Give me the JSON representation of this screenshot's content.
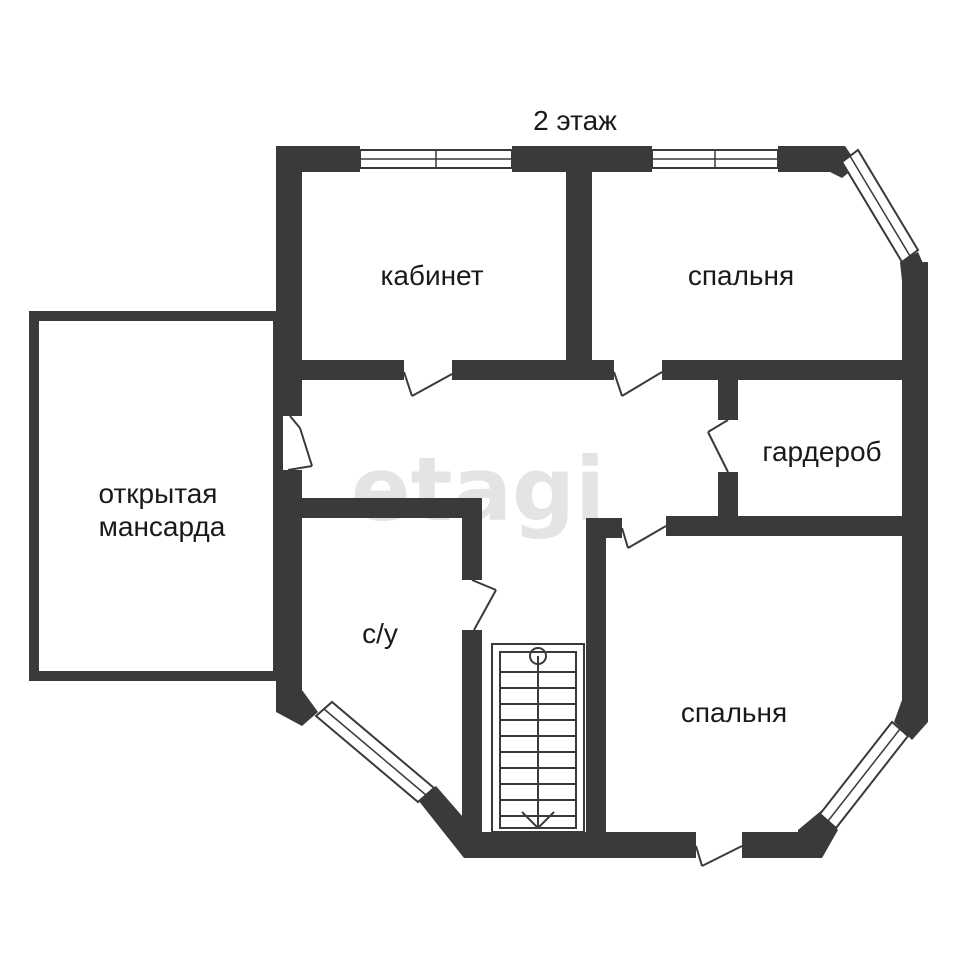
{
  "title": "2 этаж",
  "watermark": "etagi",
  "rooms": {
    "office": "кабинет",
    "bedroom_top": "спальня",
    "wardrobe": "гардероб",
    "open_attic_line1": "открытая",
    "open_attic_line2": "мансарда",
    "bathroom": "с/у",
    "bedroom_bottom": "спальня"
  },
  "colors": {
    "wall": "#3a3a3a",
    "background": "#ffffff",
    "watermark": "#cfcfcf"
  }
}
